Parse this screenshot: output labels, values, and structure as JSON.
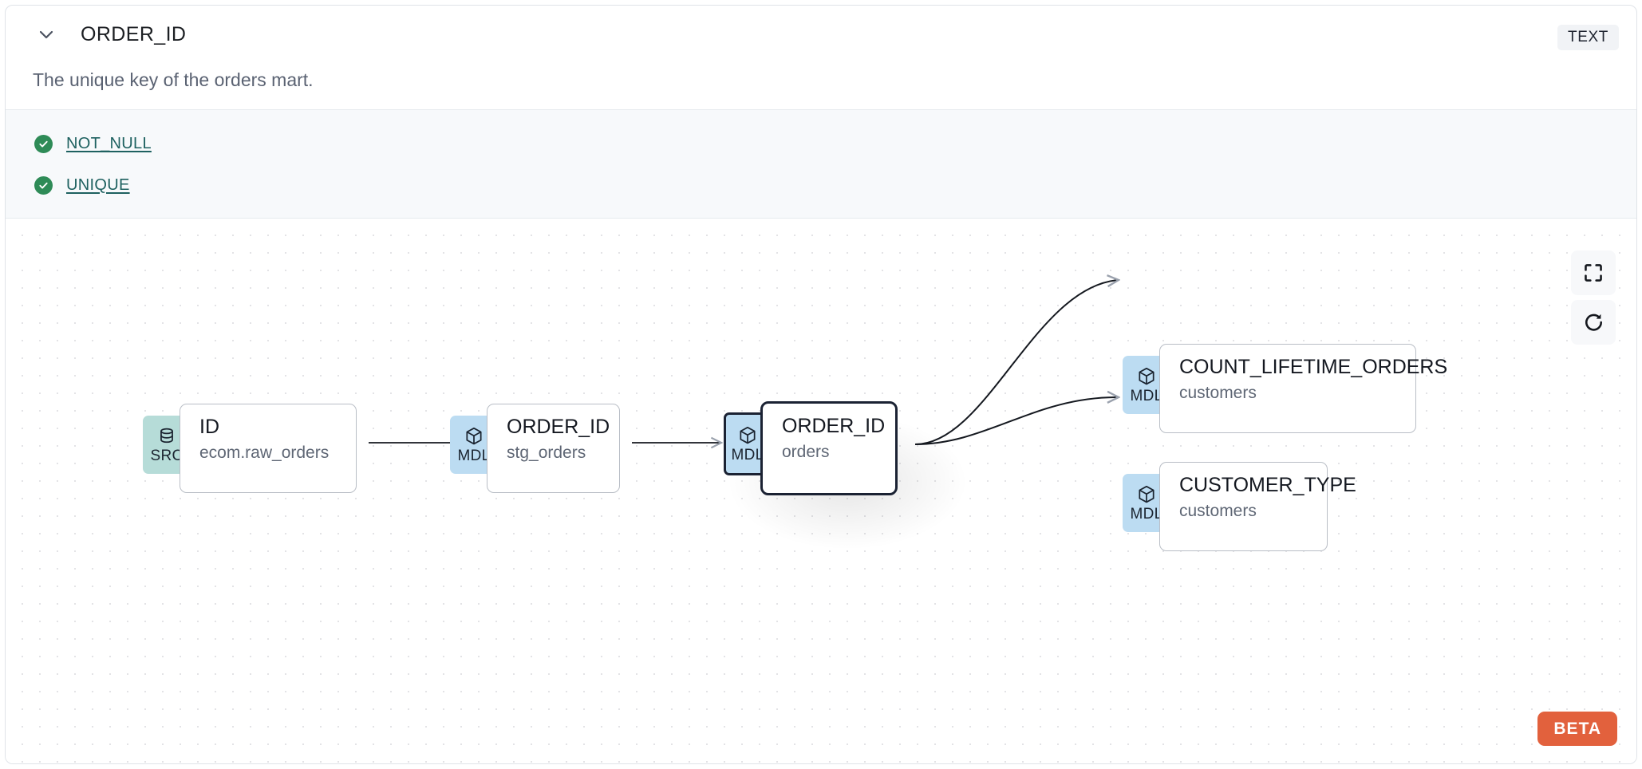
{
  "header": {
    "collapse_icon": "chevron-down-icon",
    "title": "ORDER_ID",
    "type_badge": "TEXT",
    "description": "The unique key of the orders mart."
  },
  "tests": [
    {
      "icon": "check-circle-icon",
      "label": "NOT_NULL"
    },
    {
      "icon": "check-circle-icon",
      "label": "UNIQUE"
    }
  ],
  "lineage": {
    "controls": [
      {
        "name": "fit-view-button",
        "icon": "fullscreen-icon"
      },
      {
        "name": "reset-button",
        "icon": "refresh-icon"
      }
    ],
    "beta_label": "BETA",
    "nodes": [
      {
        "id": "src-id",
        "badge": "SRC",
        "badge_icon": "database-icon",
        "name": "ID",
        "sub": "ecom.raw_orders",
        "selected": false
      },
      {
        "id": "mdl-stg",
        "badge": "MDL",
        "badge_icon": "cube-icon",
        "name": "ORDER_ID",
        "sub": "stg_orders",
        "selected": false
      },
      {
        "id": "mdl-orders",
        "badge": "MDL",
        "badge_icon": "cube-icon",
        "name": "ORDER_ID",
        "sub": "orders",
        "selected": true
      },
      {
        "id": "mdl-count",
        "badge": "MDL",
        "badge_icon": "cube-icon",
        "name": "COUNT_LIFETIME_ORDERS",
        "sub": "customers",
        "selected": false
      },
      {
        "id": "mdl-custtype",
        "badge": "MDL",
        "badge_icon": "cube-icon",
        "name": "CUSTOMER_TYPE",
        "sub": "customers",
        "selected": false
      }
    ],
    "edges": [
      {
        "from": "src-id",
        "to": "mdl-stg"
      },
      {
        "from": "mdl-stg",
        "to": "mdl-orders"
      },
      {
        "from": "mdl-orders",
        "to": "mdl-count"
      },
      {
        "from": "mdl-orders",
        "to": "mdl-custtype"
      }
    ]
  },
  "colors": {
    "src_badge": "#b6dcd8",
    "mdl_badge": "#bcdcf2",
    "selected_border": "#1b2233",
    "test_pass": "#2e8b57",
    "link": "#1e6160",
    "beta": "#e2613d"
  }
}
